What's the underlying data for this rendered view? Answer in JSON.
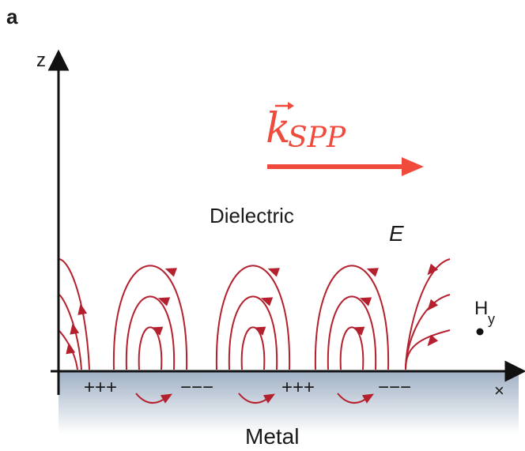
{
  "panel_label": "a",
  "axes": {
    "z_label": "z",
    "x_label": "×"
  },
  "labels": {
    "dielectric": "Dielectric",
    "metal": "Metal",
    "e_field": "E",
    "h_field_main": "H",
    "h_field_sub": "y",
    "k_main": "k",
    "k_sub": "SPP"
  },
  "charges": [
    "+++",
    "−−−",
    "+++",
    "−−−"
  ],
  "colors": {
    "field_lines": "#b5202e",
    "k_vector": "#ef4a3c",
    "metal_top": "#9fb0c4",
    "metal_bottom": "#ffffff",
    "axis": "#111111"
  }
}
